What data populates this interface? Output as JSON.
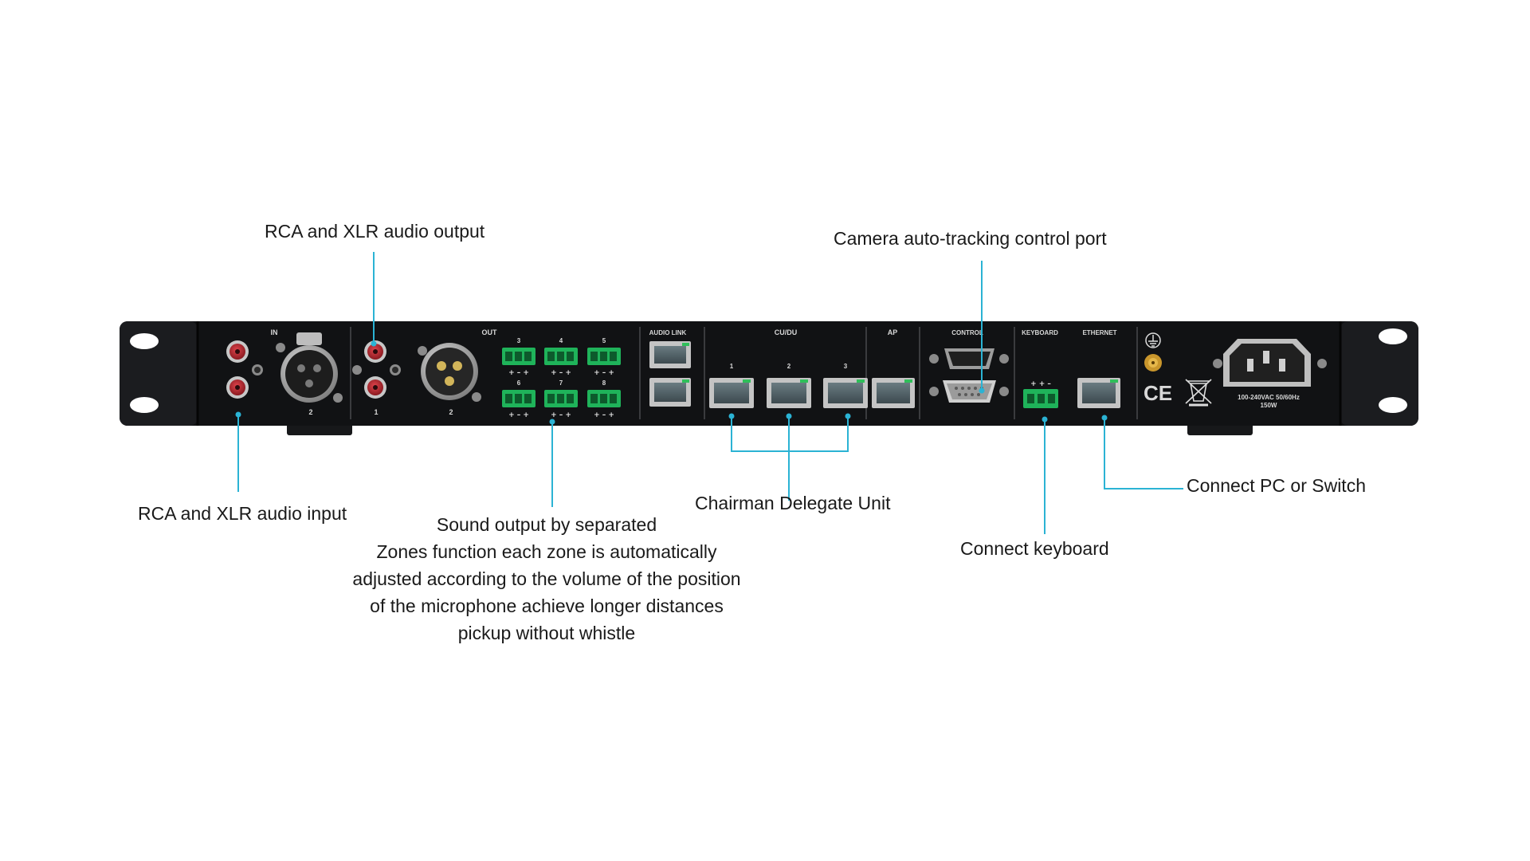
{
  "colors": {
    "callout": "#2bb3d4",
    "chassis": "#111214",
    "terminal": "#1fb35a",
    "rca": "#b8282f"
  },
  "device": {
    "section_in": "IN",
    "section_out": "OUT",
    "section_audio_link": "AUDIO LINK",
    "section_cudu": "CU/DU",
    "section_ap": "AP",
    "section_control": "CONTROL",
    "section_keyboard": "KEYBOARD",
    "section_ethernet": "ETHERNET",
    "xlr_in_num": "2",
    "rca_out_num": "1",
    "xlr_out_num": "2",
    "zone_top": [
      "3",
      "4",
      "5"
    ],
    "zone_bottom": [
      "6",
      "7",
      "8"
    ],
    "cudu_ports": [
      "1",
      "2",
      "3"
    ],
    "terminal_polarity": "+ – +",
    "keyboard_polarity": "+ + –",
    "ce_mark": "CE",
    "power_rating_line1": "100-240VAC 50/60Hz",
    "power_rating_line2": "150W"
  },
  "callouts": {
    "rca_xlr_output": "RCA and XLR audio output",
    "camera_control": "Camera auto-tracking control port",
    "rca_xlr_input": "RCA and XLR audio input",
    "sound_output_lines": [
      "Sound output by separated",
      "Zones function each zone is automatically",
      "adjusted according to the volume of the position",
      "of the microphone achieve longer distances",
      "pickup without whistle"
    ],
    "chairman_delegate": "Chairman Delegate Unit",
    "connect_keyboard": "Connect keyboard",
    "connect_pc": "Connect PC or Switch"
  }
}
